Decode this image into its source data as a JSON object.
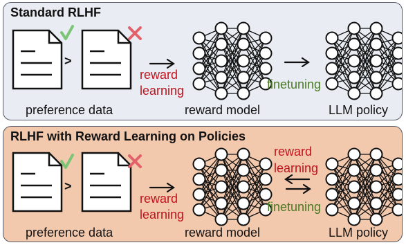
{
  "top_panel": {
    "title": "Standard RLHF",
    "greater_than": ">",
    "reward_learning_1": "reward",
    "reward_learning_2": "learning",
    "finetuning": "finetuning",
    "preference_data": "preference data",
    "reward_model": "reward model",
    "llm_policy": "LLM policy"
  },
  "bottom_panel": {
    "title": "RLHF with Reward Learning on Policies",
    "greater_than": ">",
    "reward_learning_1": "reward",
    "reward_learning_2": "learning",
    "loop_reward_1": "reward",
    "loop_reward_2": "learning",
    "finetuning": "finetuning",
    "preference_data": "preference data",
    "reward_model": "reward model",
    "llm_policy": "LLM policy"
  },
  "colors": {
    "top_bg": "#e9edf3",
    "bottom_bg": "#f3c9ae",
    "check": "#7cc576",
    "cross": "#e2616a",
    "red_text": "#c0121c",
    "green_text": "#4a7a22"
  },
  "icons": [
    "document-icon",
    "check-icon",
    "cross-icon",
    "arrow-right-icon",
    "arrow-left-icon",
    "neural-network-icon"
  ]
}
